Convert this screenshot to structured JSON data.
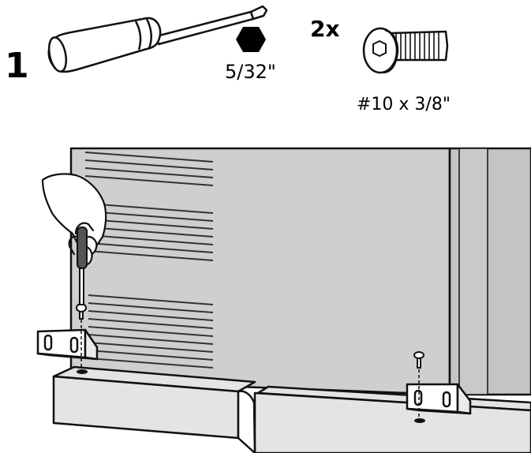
{
  "step": {
    "number": "1"
  },
  "tools": {
    "hex_key_size": "5/32\""
  },
  "hardware": {
    "quantity": "2x",
    "screw_spec": "#10 x 3/8\""
  },
  "colors": {
    "cabinet": "#cfcfcf",
    "cabinet_side": "#c4c4c4",
    "base": "#e4e4e4",
    "line": "#111111",
    "hex": "#000000"
  },
  "icons": [
    "screwdriver-icon",
    "hex-bit-icon",
    "button-head-screw-icon",
    "hand-icon",
    "bracket-icon"
  ]
}
